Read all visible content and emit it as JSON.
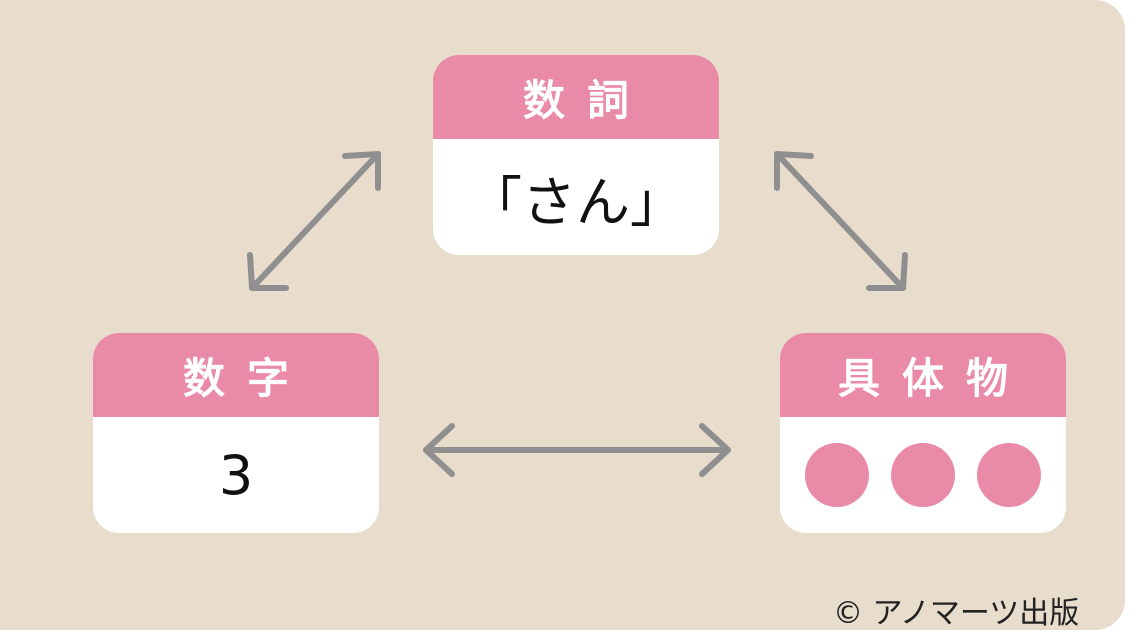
{
  "top_card": {
    "title": "数詞",
    "body": "「さん」"
  },
  "left_card": {
    "title": "数字",
    "body": "3"
  },
  "right_card": {
    "title": "具体物",
    "dots": 3
  },
  "copyright": "© アノマーツ出版",
  "colors": {
    "pink": "#e98aa6",
    "background": "#e8dccd",
    "arrow": "#8f8f8f"
  }
}
